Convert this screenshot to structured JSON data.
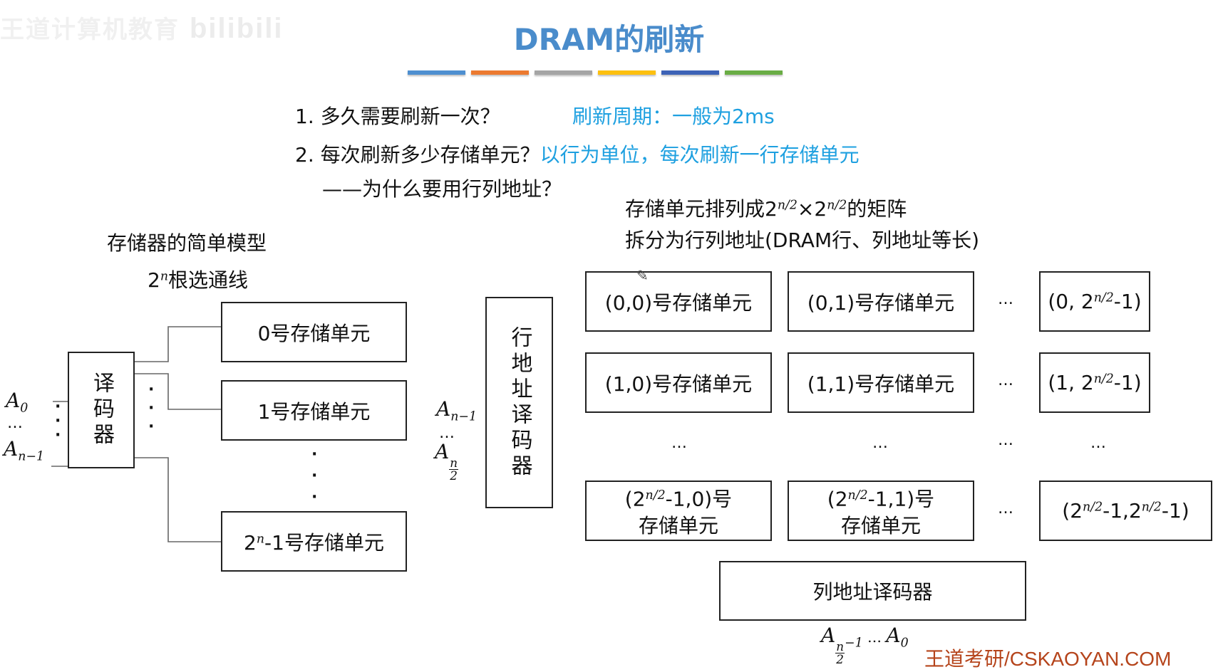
{
  "watermark_top": {
    "text": "王道计算机教育",
    "logo": "bilibili"
  },
  "title": "DRAM的刷新",
  "title_color": "#4a8ccb",
  "divider_colors": [
    "#4e8fd0",
    "#ec7a30",
    "#a5a5a5",
    "#fdc00f",
    "#3d62b6",
    "#6aad45"
  ],
  "questions": [
    {
      "question": "1. 多久需要刷新一次？",
      "answer": "刷新周期：一般为2ms"
    },
    {
      "question": "2. 每次刷新多少存储单元？",
      "answer": "以行为单位，每次刷新一行存储单元"
    }
  ],
  "sub_question": "——为什么要用行列地址？",
  "answer_color": "#1ea0e0",
  "matrix_note": {
    "line1_prefix": "存储单元排列成",
    "line1_base": "2",
    "line1_exp": "n/2",
    "line1_times": "×",
    "line1_base2": "2",
    "line1_exp2": "n/2",
    "line1_suffix": "的矩阵",
    "line2": "拆分为行列地址(DRAM行、列地址等长)"
  },
  "simple_model": {
    "title": "存储器的简单模型",
    "select_lines_base": "2",
    "select_lines_exp": "n",
    "select_lines_suffix": "根选通线",
    "decoder_label": "译码器",
    "input_a0": "A",
    "input_a0_sub": "0",
    "input_ellipsis": "…",
    "input_an": "A",
    "input_an_sub": "n−1",
    "cells": [
      {
        "label": "0号存储单元"
      },
      {
        "label": "1号存储单元"
      },
      {
        "base": "2",
        "exp": "n",
        "label": "-1号存储单元"
      }
    ],
    "vdots": "·"
  },
  "row_decoder": {
    "label": "行地址译码器",
    "input_top": "A",
    "input_top_sub": "n−1",
    "input_ellipsis": "…",
    "input_bottom": "A",
    "input_bottom_num": "n",
    "input_bottom_den": "2"
  },
  "matrix": {
    "row0": [
      "(0,0)号存储单元",
      "(0,1)号存储单元"
    ],
    "row0_last": {
      "pre": "(0, 2",
      "exp": "n/2",
      "post": "-1)"
    },
    "row1": [
      "(1,0)号存储单元",
      "(1,1)号存储单元"
    ],
    "row1_last": {
      "pre": "(1, 2",
      "exp": "n/2",
      "post": "-1)"
    },
    "last_row": [
      {
        "pre": "(2",
        "exp": "n/2",
        "post": "-1,0)号",
        "line2": "存储单元"
      },
      {
        "pre": "(2",
        "exp": "n/2",
        "post": "-1,1)号",
        "line2": "存储单元"
      }
    ],
    "last_row_last": {
      "pre": "(2",
      "exp": "n/2",
      "mid": "-1,2",
      "exp2": "n/2",
      "post": "-1)"
    },
    "ellipsis": "…"
  },
  "column_decoder": {
    "label": "列地址译码器",
    "input_a": "A",
    "input_num": "n",
    "input_den": "2",
    "input_minus": "−1",
    "input_ellipsis": " … ",
    "input_a0": "A",
    "input_a0_sub": "0"
  },
  "watermark_bottom": "王道考研/CSKAOYAN.COM"
}
